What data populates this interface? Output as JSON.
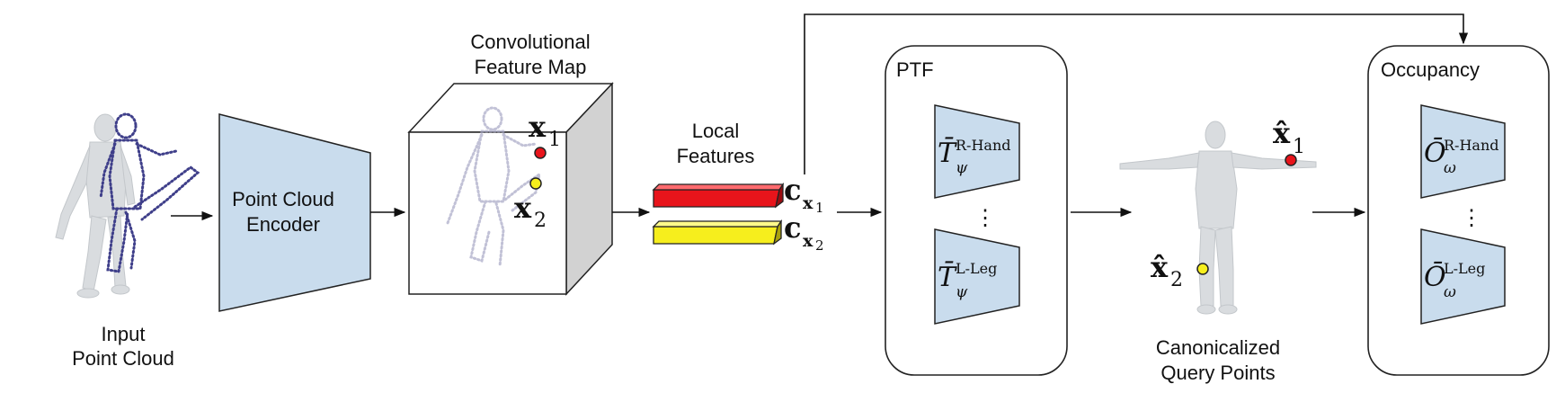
{
  "input": {
    "line1": "Input",
    "line2": "Point Cloud"
  },
  "encoder": {
    "line1": "Point Cloud",
    "line2": "Encoder"
  },
  "feature_map": {
    "line1": "Convolutional",
    "line2": "Feature Map",
    "x1": "x",
    "x1_sub": "1",
    "x2": "x",
    "x2_sub": "2"
  },
  "local_features": {
    "line1": "Local",
    "line2": "Features",
    "c": "c",
    "sub_x": "x",
    "sub1": "1",
    "sub2": "2"
  },
  "ptf": {
    "title": "PTF",
    "top_sym": "T̄",
    "top_sub": "ψ",
    "top_sup": "R-Hand",
    "dots": "⋮",
    "bottom_sym": "T̄",
    "bottom_sub": "ψ",
    "bottom_sup": "L-Leg"
  },
  "canonical": {
    "line1": "Canonicalized",
    "line2": "Query Points",
    "x1": "x̂",
    "x1_sub": "1",
    "x2": "x̂",
    "x2_sub": "2"
  },
  "occupancy": {
    "title": "Occupancy",
    "top_sym": "Ō",
    "top_sub": "ω",
    "top_sup": "R-Hand",
    "dots": "⋮",
    "bottom_sym": "Ō",
    "bottom_sub": "ω",
    "bottom_sup": "L-Leg"
  },
  "colors": {
    "block_fill": "#c9dced",
    "red": "#e8141b",
    "yellow": "#f6ee1d",
    "cube_side": "#d2d2d2",
    "body": "#d9dcdf",
    "points": "#3f3f8a"
  }
}
